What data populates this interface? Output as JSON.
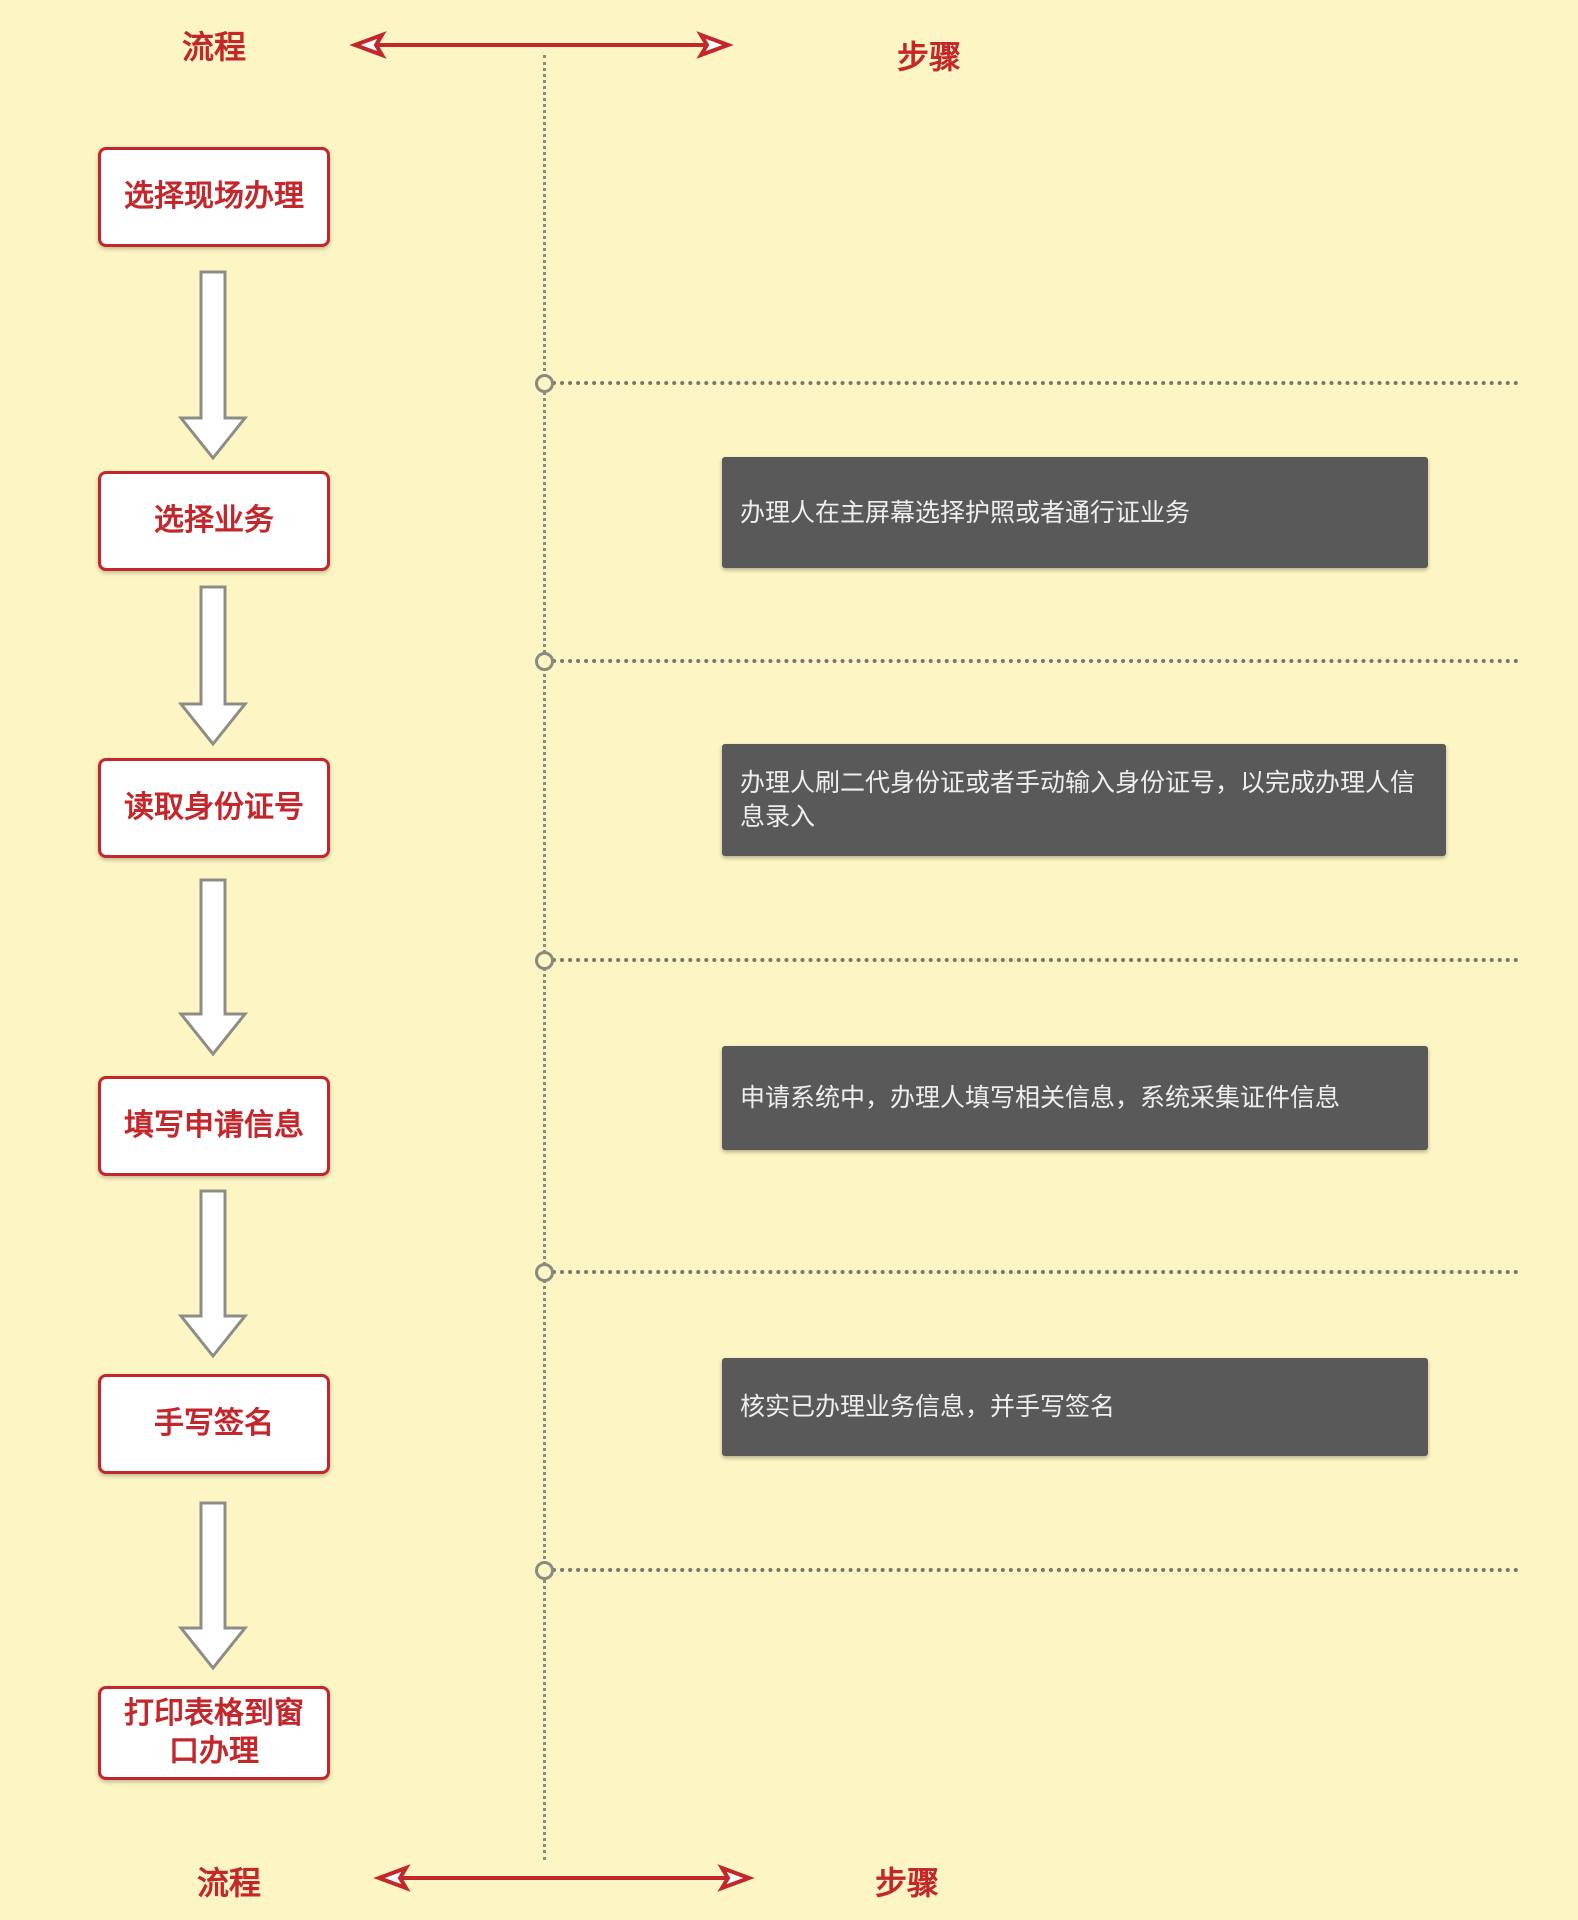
{
  "header": {
    "left_label": "流程",
    "right_label": "步骤"
  },
  "footer": {
    "left_label": "流程",
    "right_label": "步骤"
  },
  "flow_steps": [
    {
      "label": "选择现场办理"
    },
    {
      "label": "选择业务"
    },
    {
      "label": "读取身份证号"
    },
    {
      "label": "填写申请信息"
    },
    {
      "label": "手写签名"
    },
    {
      "label": "打印表格到窗口办理"
    }
  ],
  "step_descriptions": [
    {
      "text": "办理人在主屏幕选择护照或者通行证业务"
    },
    {
      "text": "办理人刷二代身份证或者手动输入身份证号，以完成办理人信息录入"
    },
    {
      "text": "申请系统中，办理人填写相关信息，系统采集证件信息"
    },
    {
      "text": "核实已办理业务信息，并手写签名"
    }
  ],
  "colors": {
    "background": "#fdf6c4",
    "accent": "#c3272b",
    "step_box": "#595959"
  }
}
